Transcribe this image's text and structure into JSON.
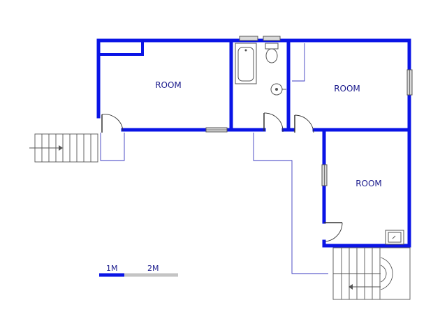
{
  "colors": {
    "wall": "#0a14e6",
    "label": "#1a1a8c",
    "thin_line": "#3a3ac0",
    "scale_light": "#c4c4c4",
    "fixture_stroke": "#555555"
  },
  "rooms": [
    {
      "id": "room-top-left",
      "label": "ROOM"
    },
    {
      "id": "room-top-right",
      "label": "ROOM"
    },
    {
      "id": "room-bottom-right",
      "label": "ROOM"
    }
  ],
  "scale_bar": {
    "label_1": "1M",
    "label_2": "2M"
  },
  "icons": [
    "door-swing-icon",
    "window-icon",
    "bathtub-icon",
    "toilet-icon",
    "basin-icon",
    "sink-icon",
    "staircase-icon",
    "stair-arrow-icon"
  ]
}
